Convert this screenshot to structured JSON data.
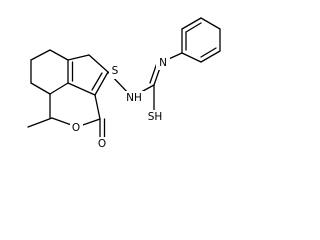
{
  "atom_labels": {
    "thiophene_sulfur": "S",
    "amine_nitrogen": "NH",
    "thiourea_nitrogen": "N",
    "thiourea_sulfur": "SH",
    "ester_carbonyl_oxygen": "O",
    "ester_ether_oxygen": "O"
  },
  "colors": {
    "bond": "#000000",
    "label": "#000000",
    "background": "#ffffff"
  }
}
